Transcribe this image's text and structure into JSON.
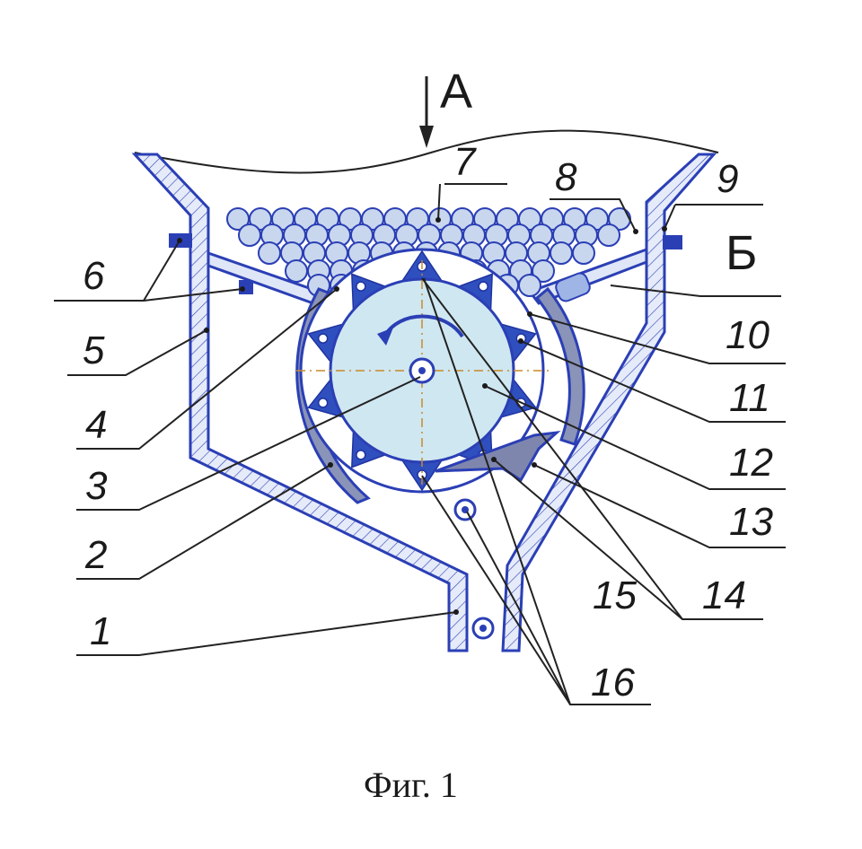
{
  "figure": {
    "caption": "Фиг. 1",
    "section_letters": {
      "a": "А",
      "b": "Б"
    },
    "labels": [
      "1",
      "2",
      "3",
      "4",
      "5",
      "6",
      "7",
      "8",
      "9",
      "10",
      "11",
      "12",
      "13",
      "14",
      "15",
      "16"
    ]
  },
  "colors": {
    "line": "#2b3fb5",
    "fill_light": "#dfe6f7",
    "disc": "#cfe7f1",
    "tooth": "#2f4fbf",
    "shroud": "#8a93b8",
    "ink": "#1a1a1a"
  }
}
